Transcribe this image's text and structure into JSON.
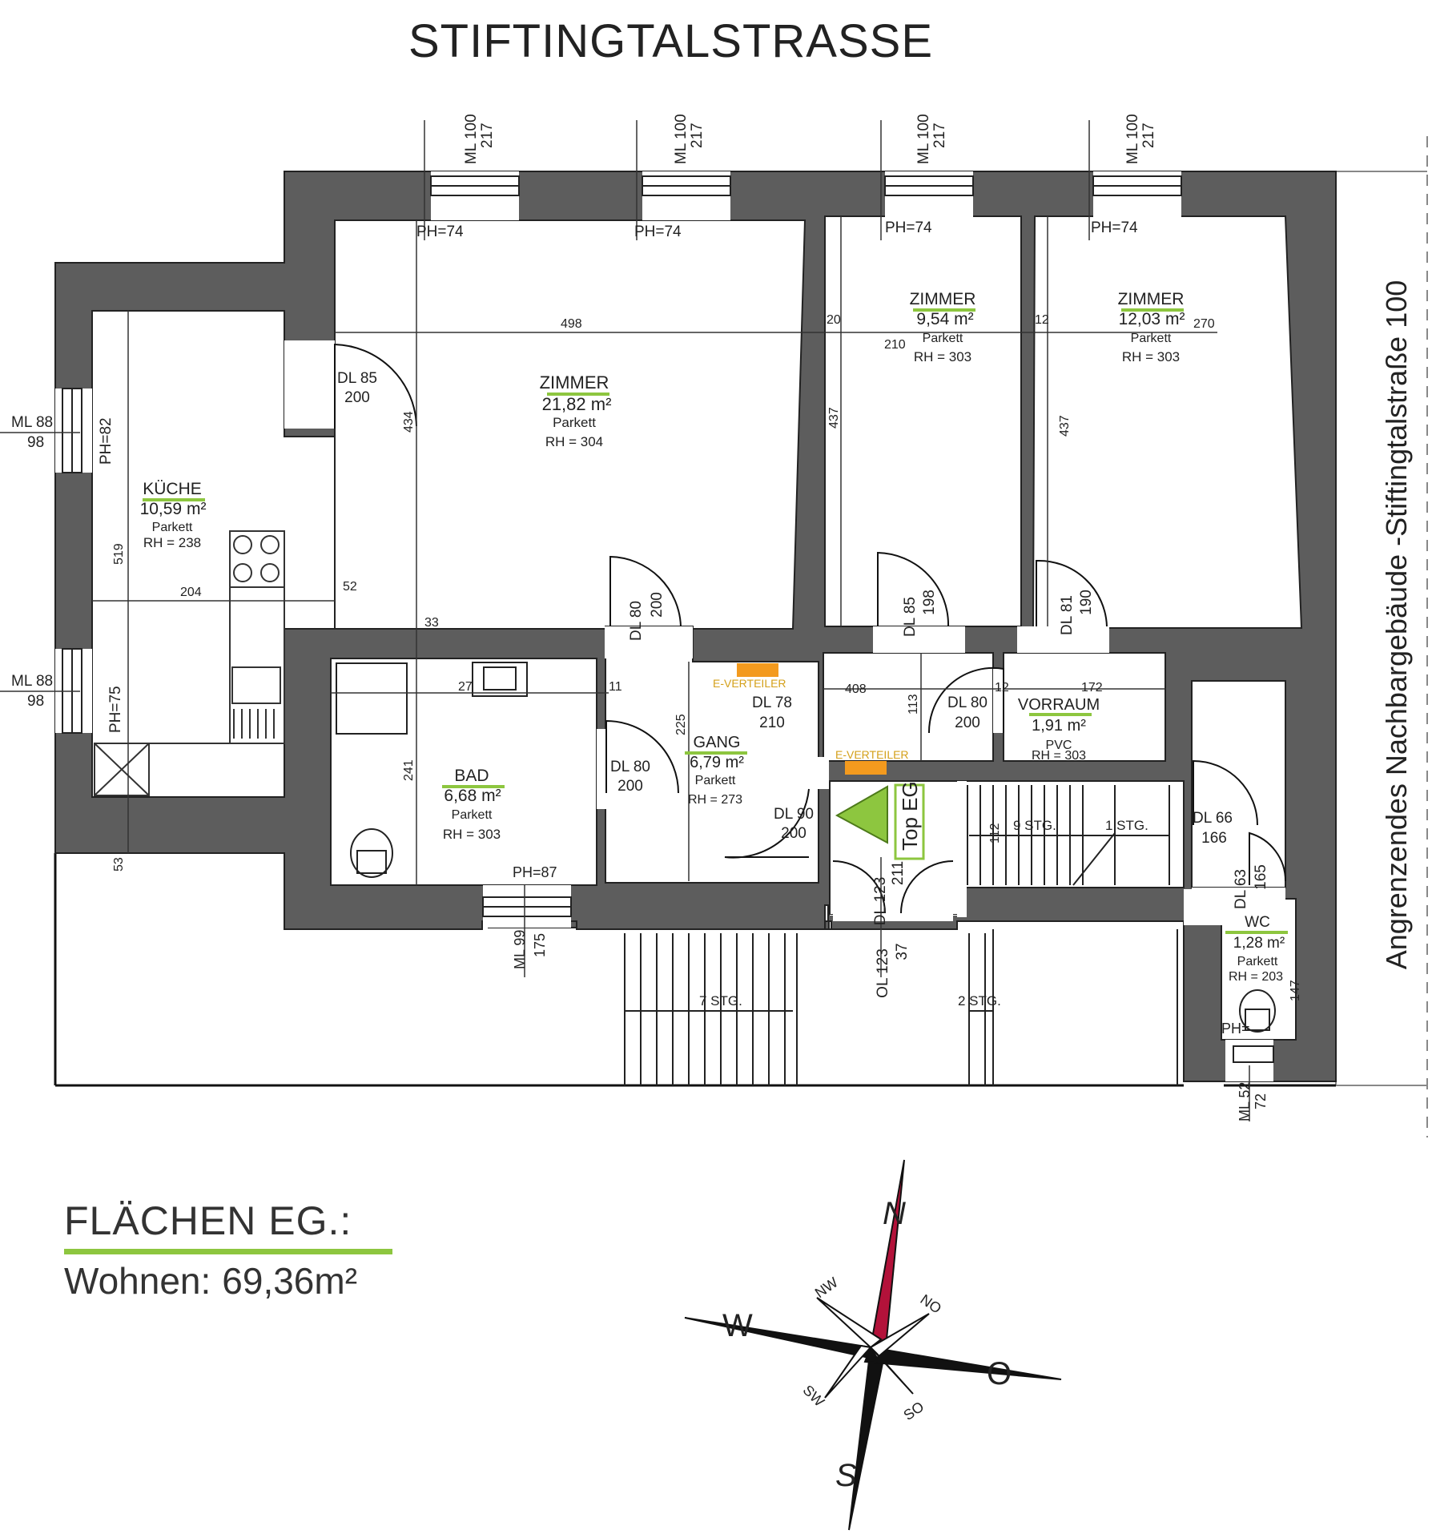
{
  "street": "STIFTINGTALSTRASSE",
  "neighbor_label": "Angrenzendes Nachbargebäude -Stiftingtalstraße 100",
  "summary": {
    "title": "FLÄCHEN EG.:",
    "label": "Wohnen:",
    "value": "69,36m²"
  },
  "colors": {
    "wall": "#5c5c5c",
    "accent_green": "#8dc63f",
    "marker_orange": "#f39a1e",
    "compass_north": "#b3123a"
  },
  "rooms": {
    "zimmer1": {
      "name": "ZIMMER",
      "area": "21,82 m²",
      "floor": "Parkett",
      "rh": "RH = 304"
    },
    "zimmer2": {
      "name": "ZIMMER",
      "area": "9,54 m²",
      "floor": "Parkett",
      "rh": "RH = 303"
    },
    "zimmer3": {
      "name": "ZIMMER",
      "area": "12,03 m²",
      "floor": "Parkett",
      "rh": "RH = 303"
    },
    "kueche": {
      "name": "KÜCHE",
      "area": "10,59 m²",
      "floor": "Parkett",
      "rh": "RH = 238"
    },
    "bad": {
      "name": "BAD",
      "area": "6,68 m²",
      "floor": "Parkett",
      "rh": "RH = 303"
    },
    "gang": {
      "name": "GANG",
      "area": "6,79 m²",
      "floor": "Parkett",
      "rh": "RH = 273"
    },
    "vorraum": {
      "name": "VORRAUM",
      "area": "1,91 m²",
      "floor": "PVC",
      "rh": "RH = 303"
    },
    "wc": {
      "name": "WC",
      "area": "1,28 m²",
      "floor": "Parkett",
      "rh": "RH = 203"
    }
  },
  "entrance_label": "Top EG",
  "e_verteiler": "E-VERTEILER",
  "windows_top": {
    "ml": "ML 100",
    "h": "217",
    "ph": "PH=74"
  },
  "kitchen_windows": {
    "ml": "ML 88",
    "h": "98"
  },
  "kitchen_ph_top": "PH=82",
  "kitchen_ph_bottom": "PH=75",
  "bath_window": {
    "ml": "ML 99",
    "h": "175",
    "ph": "PH=87"
  },
  "wc_window": {
    "ml": "ML 52",
    "h": "72",
    "ph": "PH="
  },
  "door_labels": {
    "dl85_200": {
      "a": "DL 85",
      "b": "200"
    },
    "dl80_200": {
      "a": "DL 80",
      "b": "200"
    },
    "dl85_198": {
      "a": "DL 85",
      "b": "198"
    },
    "dl81_190": {
      "a": "DL 81",
      "b": "190"
    },
    "dl78_210": {
      "a": "DL 78",
      "b": "210"
    },
    "dl66_166": {
      "a": "DL 66",
      "b": "166"
    },
    "dl63_165": {
      "a": "DL 63",
      "b": "165"
    },
    "dl90_200": {
      "a": "DL 90",
      "b": "200"
    },
    "ol123_37": {
      "a": "OL 123",
      "b": "37"
    },
    "dl123_211": {
      "a": "DL 123",
      "b": "211"
    }
  },
  "dimensions": {
    "d498": "498",
    "d434": "434",
    "d437a": "437",
    "d437b": "437",
    "d20": "20",
    "d210": "210",
    "d12": "12",
    "d270": "270",
    "d519": "519",
    "d204": "204",
    "d52": "52",
    "d53": "53",
    "d33": "33",
    "d27": "27",
    "d241": "241",
    "d225": "225",
    "d408": "408",
    "d113": "113",
    "d172": "172",
    "d12b": "12",
    "d11": "11",
    "d147": "147",
    "d112": "112"
  },
  "stairs": {
    "s9": "9 STG.",
    "s1": "1 STG.",
    "s7": "7 STG.",
    "s2": "2 STG."
  },
  "compass": {
    "n": "N",
    "s": "S",
    "w": "W",
    "o": "O",
    "nw": "NW",
    "no": "NO",
    "sw": "SW",
    "so": "SO"
  }
}
